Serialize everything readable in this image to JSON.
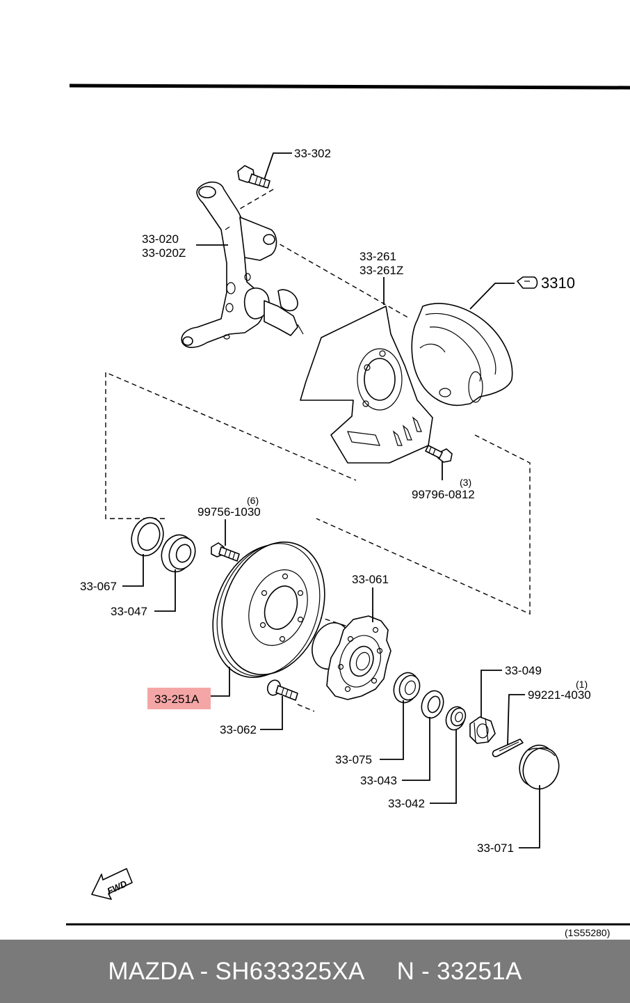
{
  "labels": {
    "bolt_knuckle": "33-302",
    "knuckle": "33-020",
    "knuckle_alt": "33-020Z",
    "dust_cover": "33-261",
    "dust_cover_alt": "33-261Z",
    "caliper": "3310",
    "cover_bolt": "99796-0812",
    "cover_bolt_qty": "(3)",
    "disc_bolt": "99756-1030",
    "disc_bolt_qty": "(6)",
    "seal": "33-067",
    "inner_bearing": "33-047",
    "hub": "33-061",
    "disc": "33-251A",
    "hub_bolt": "33-062",
    "outer_bearing": "33-075",
    "washer": "33-043",
    "lock_nut": "33-042",
    "nut": "33-049",
    "cotter_pin": "99221-4030",
    "cotter_pin_qty": "(1)",
    "hub_cap": "33-071"
  },
  "fwd_label": "FWD",
  "ref_code": "(1S55280)",
  "highlight_color": "#f4a6a6",
  "footer": {
    "brand_part": "MAZDA - SH633325XA",
    "ref": "N - 33251A"
  }
}
